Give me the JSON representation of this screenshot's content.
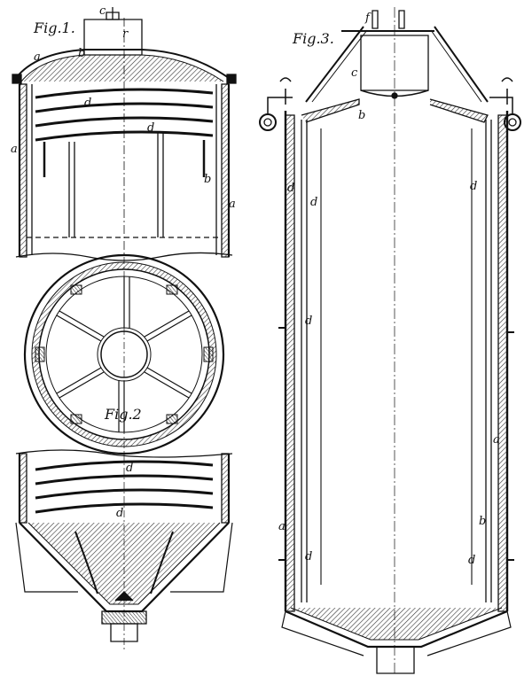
{
  "figures": {
    "fig1": {
      "title": "Fig.1."
    },
    "fig2": {
      "title": "Fig.2"
    },
    "fig3": {
      "title": "Fig.3."
    }
  },
  "letters": {
    "a": "a",
    "b": "b",
    "c": "c",
    "d": "d",
    "f": "f",
    "r": "r"
  },
  "colors": {
    "ink": "#111111",
    "paper": "#ffffff",
    "hatch": "#333333"
  }
}
